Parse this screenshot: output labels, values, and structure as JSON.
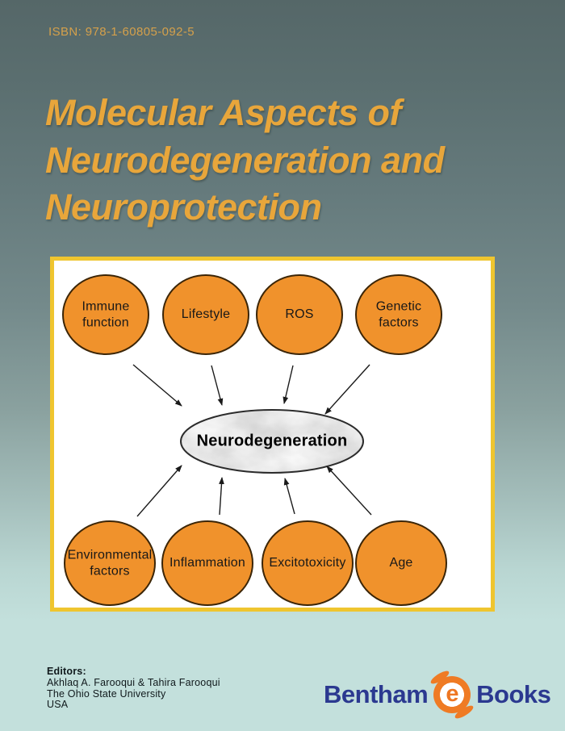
{
  "cover": {
    "isbn": "ISBN: 978-1-60805-092-5",
    "title_lines": [
      "Molecular Aspects of",
      "Neurodegeneration and",
      "Neuroprotection"
    ]
  },
  "diagram": {
    "center_label": "Neurodegeneration",
    "top_factors": [
      "Immune function",
      "Lifestyle",
      "ROS",
      "Genetic factors"
    ],
    "bottom_factors": [
      "Environmental factors",
      "Inflammation",
      "Excitotoxicity",
      "Age"
    ],
    "edges": [
      {
        "from": "Immune function",
        "to": "Neurodegeneration"
      },
      {
        "from": "Lifestyle",
        "to": "Neurodegeneration"
      },
      {
        "from": "ROS",
        "to": "Neurodegeneration"
      },
      {
        "from": "Genetic factors",
        "to": "Neurodegeneration"
      },
      {
        "from": "Environmental factors",
        "to": "Neurodegeneration"
      },
      {
        "from": "Inflammation",
        "to": "Neurodegeneration"
      },
      {
        "from": "Excitotoxicity",
        "to": "Neurodegeneration"
      },
      {
        "from": "Age",
        "to": "Neurodegeneration"
      }
    ]
  },
  "editors": {
    "heading": "Editors:",
    "names": "Akhlaq A. Farooqui & Tahira Farooqui",
    "affiliation": "The Ohio State University",
    "country": "USA"
  },
  "publisher": {
    "name_left": "Bentham",
    "logo_letter": "e",
    "name_right": "Books"
  },
  "colors": {
    "background_top": "#556768",
    "background_bottom": "#C3E0DC",
    "title_text": "#E8A63B",
    "isbn_text": "#D5A04B",
    "panel_border": "#EFC52F",
    "panel_background": "#FFFFFF",
    "factor_fill": "#F0922C",
    "factor_outline": "#3B2507",
    "center_ellipse_fill": "#DCDCDC",
    "arrow_color": "#1A1A1A",
    "publisher_blue": "#2B3990",
    "publisher_orange": "#EF7B24",
    "editors_text": "#10191C"
  }
}
